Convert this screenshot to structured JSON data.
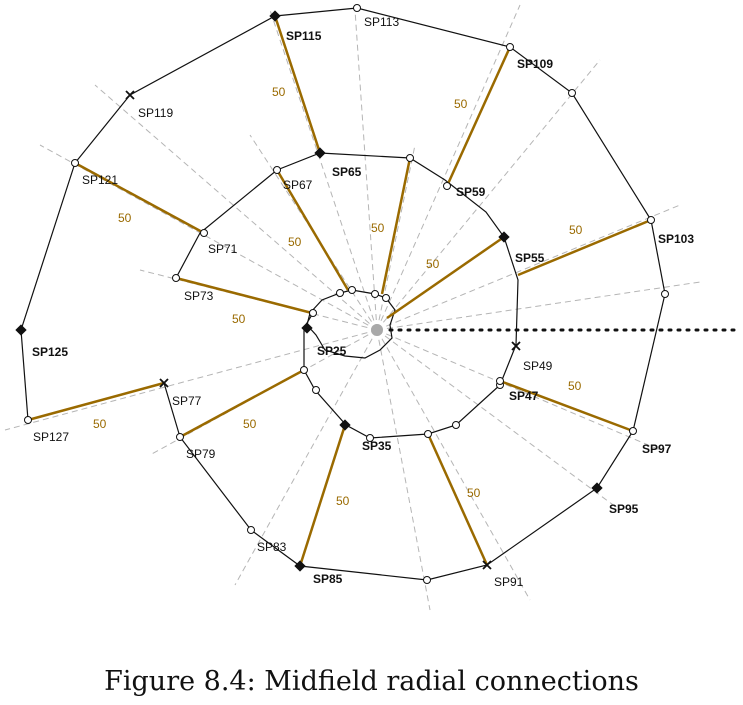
{
  "caption": "Figure 8.4: Midfield radial connections",
  "connection_length_label": "50",
  "colors": {
    "rings": "#111111",
    "radials": "#9a6a00",
    "guides": "#b5b5b5",
    "center": "#8a8a8a"
  },
  "nodes": [
    {
      "id": "sp115",
      "label": "SP115",
      "bold": true,
      "marker": "diamond"
    },
    {
      "id": "sp113",
      "label": "SP113",
      "bold": false,
      "marker": "circle"
    },
    {
      "id": "sp109",
      "label": "SP109",
      "bold": true,
      "marker": "circle"
    },
    {
      "id": "sp119",
      "label": "SP119",
      "bold": false,
      "marker": "cross"
    },
    {
      "id": "sp121",
      "label": "SP121",
      "bold": false,
      "marker": "circle"
    },
    {
      "id": "sp65",
      "label": "SP65",
      "bold": true,
      "marker": "diamond"
    },
    {
      "id": "sp67",
      "label": "SP67",
      "bold": false,
      "marker": "circle"
    },
    {
      "id": "sp59",
      "label": "SP59",
      "bold": true,
      "marker": "circle"
    },
    {
      "id": "sp103",
      "label": "SP103",
      "bold": true,
      "marker": "circle"
    },
    {
      "id": "sp71",
      "label": "SP71",
      "bold": false,
      "marker": "circle"
    },
    {
      "id": "sp55",
      "label": "SP55",
      "bold": true,
      "marker": "diamond"
    },
    {
      "id": "sp73",
      "label": "SP73",
      "bold": false,
      "marker": "circle"
    },
    {
      "id": "sp125",
      "label": "SP125",
      "bold": true,
      "marker": "diamond"
    },
    {
      "id": "sp25",
      "label": "SP25",
      "bold": true,
      "marker": "diamond"
    },
    {
      "id": "sp49",
      "label": "SP49",
      "bold": false,
      "marker": "cross"
    },
    {
      "id": "sp77",
      "label": "SP77",
      "bold": false,
      "marker": "cross"
    },
    {
      "id": "sp47",
      "label": "SP47",
      "bold": true,
      "marker": "circle"
    },
    {
      "id": "sp127",
      "label": "SP127",
      "bold": false,
      "marker": "circle"
    },
    {
      "id": "sp79",
      "label": "SP79",
      "bold": false,
      "marker": "circle"
    },
    {
      "id": "sp35",
      "label": "SP35",
      "bold": true,
      "marker": "diamond"
    },
    {
      "id": "sp97",
      "label": "SP97",
      "bold": true,
      "marker": "circle"
    },
    {
      "id": "sp95",
      "label": "SP95",
      "bold": true,
      "marker": "diamond"
    },
    {
      "id": "sp83",
      "label": "SP83",
      "bold": false,
      "marker": "circle"
    },
    {
      "id": "sp85",
      "label": "SP85",
      "bold": true,
      "marker": "diamond"
    },
    {
      "id": "sp91",
      "label": "SP91",
      "bold": false,
      "marker": "cross"
    }
  ]
}
